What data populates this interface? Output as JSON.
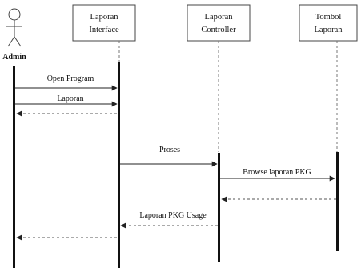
{
  "actor": {
    "label": "Admin"
  },
  "participants": [
    {
      "line1": "Laporan",
      "line2": "Interface"
    },
    {
      "line1": "Laporan",
      "line2": "Controller"
    },
    {
      "line1": "Tombol",
      "line2": "Laporan"
    }
  ],
  "messages": [
    {
      "label": "Open Program"
    },
    {
      "label": "Laporan"
    },
    {
      "label": ""
    },
    {
      "label": "Proses"
    },
    {
      "label": "Browse laporan PKG"
    },
    {
      "label": ""
    },
    {
      "label": "Laporan PKG Usage"
    },
    {
      "label": ""
    }
  ]
}
